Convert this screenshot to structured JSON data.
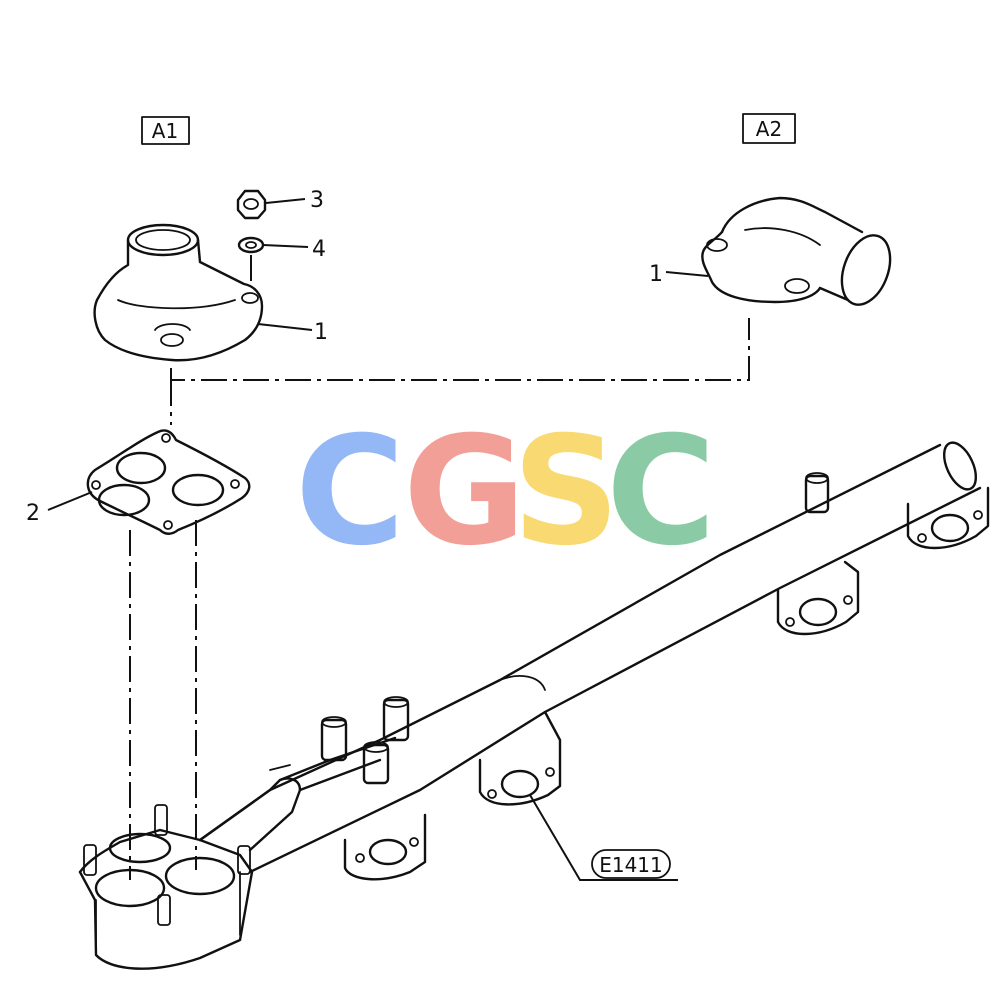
{
  "labels": {
    "view_a1": "A1",
    "view_a2": "A2",
    "part_1_a1": "1",
    "part_1_a2": "1",
    "part_2": "2",
    "part_3": "3",
    "part_4": "4",
    "ref_code": "E1411"
  },
  "watermark": {
    "letters": [
      "C",
      "G",
      "S",
      "C"
    ],
    "colors": [
      "#8fb4f5",
      "#f29a93",
      "#f9d76a",
      "#84c9a1"
    ]
  }
}
